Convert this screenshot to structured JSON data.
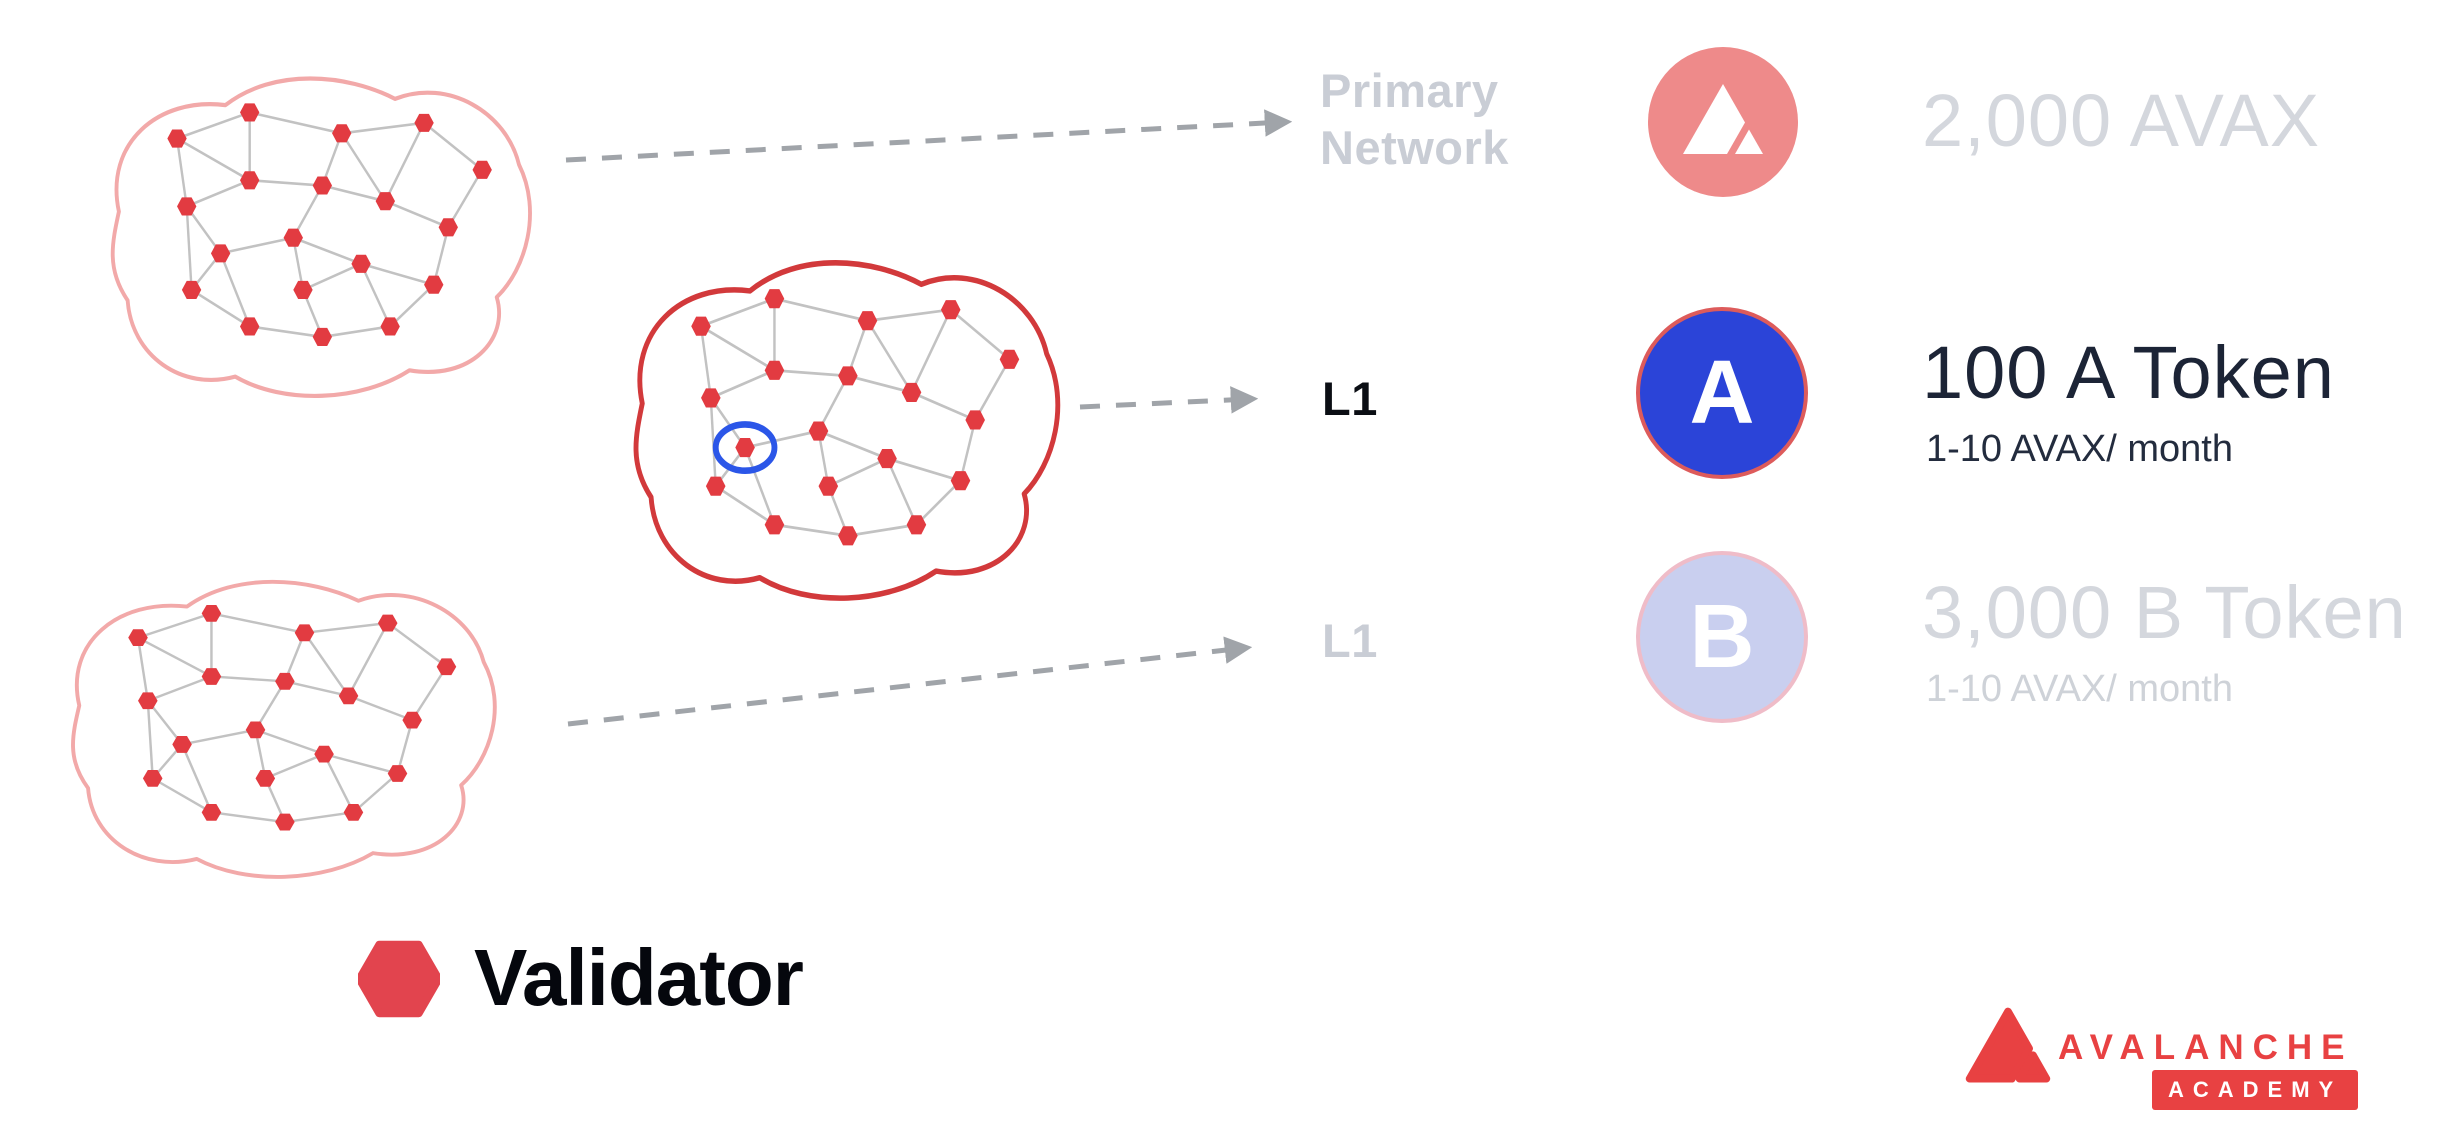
{
  "diagram": {
    "network_labels": {
      "primary": "Primary\nNetwork",
      "l1_active": "L1",
      "l1_faded": "L1"
    },
    "cost_rows": [
      {
        "icon": "avalanche-coin",
        "amount": "2,000 AVAX",
        "subtitle": "",
        "state": "faded"
      },
      {
        "icon": "token-a-coin",
        "letter": "A",
        "amount": "100 A Token",
        "subtitle": "1-10 AVAX/ month",
        "state": "active"
      },
      {
        "icon": "token-b-coin",
        "letter": "B",
        "amount": "3,000 B Token",
        "subtitle": "1-10 AVAX/ month",
        "state": "faded"
      }
    ],
    "legend": {
      "validator_label": "Validator"
    }
  },
  "branding": {
    "wordmark": "AVALANCHE",
    "badge": "ACADEMY"
  },
  "colors": {
    "avalanche_red": "#E84142",
    "salmon_coin": "#EE8A8A",
    "token_a_blue": "#2B44D8",
    "token_b_lavender": "#C9CFEF",
    "validator_node_red": "#E23B41",
    "highlight_blue": "#2B56E8",
    "blob_light_pink": "#F2A9A9",
    "blob_red": "#D2393B",
    "faded_text": "#D4D7DD",
    "dark_text": "#1C2436",
    "arrow_gray": "#A0A4A9"
  }
}
